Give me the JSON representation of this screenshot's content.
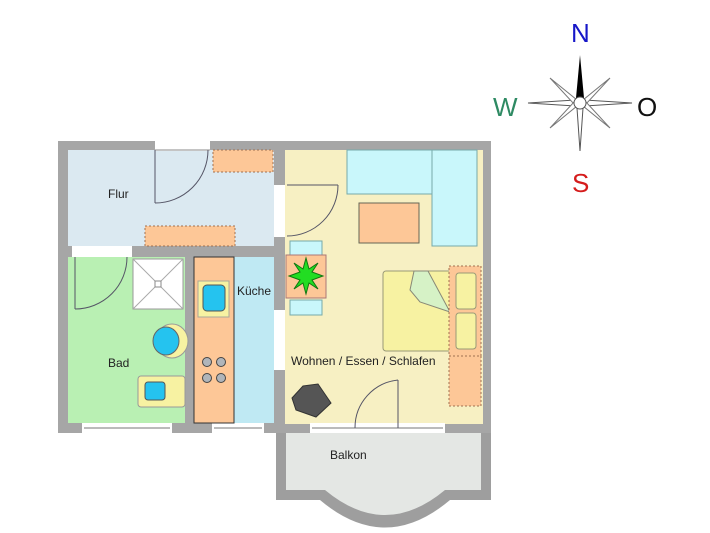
{
  "title": "Floor plan",
  "rooms": [
    {
      "id": "flur",
      "label": "Flur",
      "color": "#dbe9f1"
    },
    {
      "id": "bad",
      "label": "Bad",
      "color": "#b9f0b3"
    },
    {
      "id": "kueche",
      "label": "Küche",
      "color": "#bfe9f3"
    },
    {
      "id": "wohnen",
      "label": "Wohnen / Essen / Schlafen",
      "color": "#f7f0c3"
    },
    {
      "id": "balkon",
      "label": "Balkon",
      "color": "#e4e7e4"
    }
  ],
  "compass": {
    "north": {
      "label": "N",
      "color": "#1717c8"
    },
    "south": {
      "label": "S",
      "color": "#d51c1c"
    },
    "west": {
      "label": "W",
      "color": "#2e8a63"
    },
    "east": {
      "label": "O",
      "color": "#111111"
    }
  },
  "colors": {
    "wall": "#a6a6a6",
    "furniture_wood": "#fdc797",
    "sofa": "#c9f7fb",
    "bed": "#f7f2a2",
    "fixture_blue": "#25c3ef",
    "plant": "#22dd22"
  }
}
